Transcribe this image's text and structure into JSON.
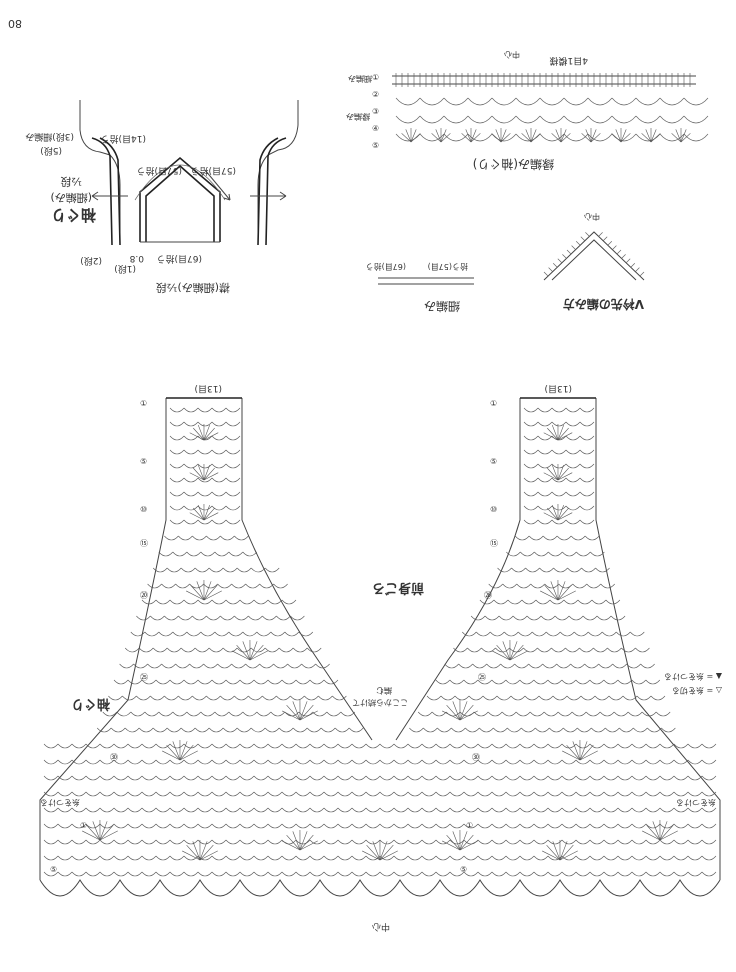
{
  "page_number": "80",
  "top_left": {
    "sleeve_title": "袖ぐり",
    "sleeve_sub": "(細編み)",
    "sleeve_rows": "½段",
    "collar_label": "襟(細編み)½段",
    "labels": [
      "(14目)拾う",
      "(3段)細編み",
      "(5段)",
      "(57目)拾う",
      "(57目)拾う",
      "(67目)拾う",
      "0.8",
      "(1段)",
      "(2段)"
    ]
  },
  "top_right": {
    "edge_title": "縁編み(袖ぐり)",
    "edge_top_note": "4目1模様",
    "edge_side_a": "細編み",
    "edge_side_b": "縁編み",
    "center_mark": "中心",
    "row_numbers": [
      "①",
      "②",
      "③",
      "④",
      "⑤"
    ],
    "small_title": "細編み",
    "small_note": "拾う(57目)",
    "small_note2": "(67目)拾う",
    "v_title": "V衿先の編み方",
    "v_center": "中心"
  },
  "main": {
    "front_label": "前身ごろ",
    "sleeve_label": "袖ぐり",
    "center_bottom": "中心",
    "stitch_count_left": "(13目)",
    "stitch_count_right": "(13目)",
    "center_note_1": "ここから続けて",
    "center_note_2": "編む",
    "left_side_note": "糸をつける",
    "right_side_note": "糸をつける",
    "legend_1": "▲ = 糸をつける",
    "legend_2": "△ = 糸を切る",
    "row_marks_left": [
      "①",
      "⑤",
      "⑩",
      "⑮",
      "⑳",
      "㉕",
      "㉚",
      "①",
      "⑤"
    ],
    "row_marks_right": [
      "①",
      "⑤",
      "⑩",
      "⑮",
      "⑳",
      "㉕",
      "㉚",
      "①",
      "⑤"
    ]
  }
}
